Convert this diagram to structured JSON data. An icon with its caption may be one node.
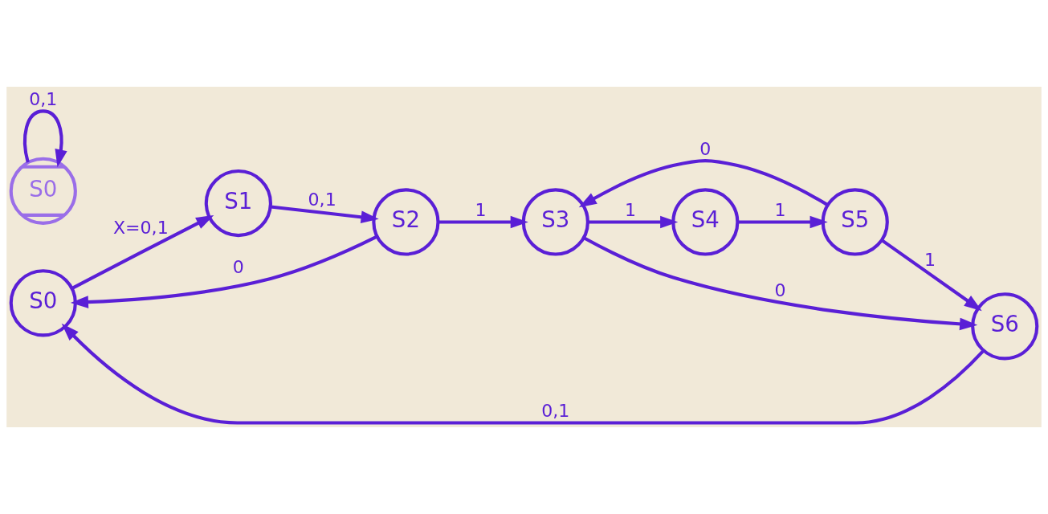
{
  "diagram": {
    "nodes": [
      {
        "text": [
          "S0"
        ]
      },
      {
        "text": [
          "S1"
        ]
      },
      {
        "text": [
          "S2"
        ]
      },
      {
        "text": [
          "S3"
        ]
      },
      {
        "text": [
          "S4"
        ]
      },
      {
        "text": [
          "S5"
        ]
      },
      {
        "text": [
          "S6"
        ]
      },
      {
        "text": [
          "S0"
        ]
      }
    ],
    "edges": [
      {
        "from": 0,
        "to": 1,
        "arrow": "to",
        "label": "X=0,1"
      },
      {
        "from": 1,
        "to": 2,
        "arrow": "to",
        "label": "0,1"
      },
      {
        "from": 2,
        "to": 0,
        "arrow": "to",
        "label": "0"
      },
      {
        "from": 2,
        "to": 3,
        "arrow": "to",
        "label": "1"
      },
      {
        "from": 3,
        "to": 6,
        "arrow": "to",
        "label": "0"
      },
      {
        "from": 3,
        "to": 4,
        "arrow": "to",
        "label": "1"
      },
      {
        "from": 4,
        "to": 5,
        "arrow": "to",
        "label": "1"
      },
      {
        "from": 5,
        "to": 3,
        "arrow": "to",
        "label": "0"
      },
      {
        "from": 5,
        "to": 6,
        "arrow": "to",
        "label": "1"
      },
      {
        "from": 6,
        "to": 0,
        "arrow": "to",
        "label": "0,1"
      },
      {
        "from": 7,
        "to": 7,
        "arrow": "to",
        "label": "0,1"
      }
    ]
  }
}
